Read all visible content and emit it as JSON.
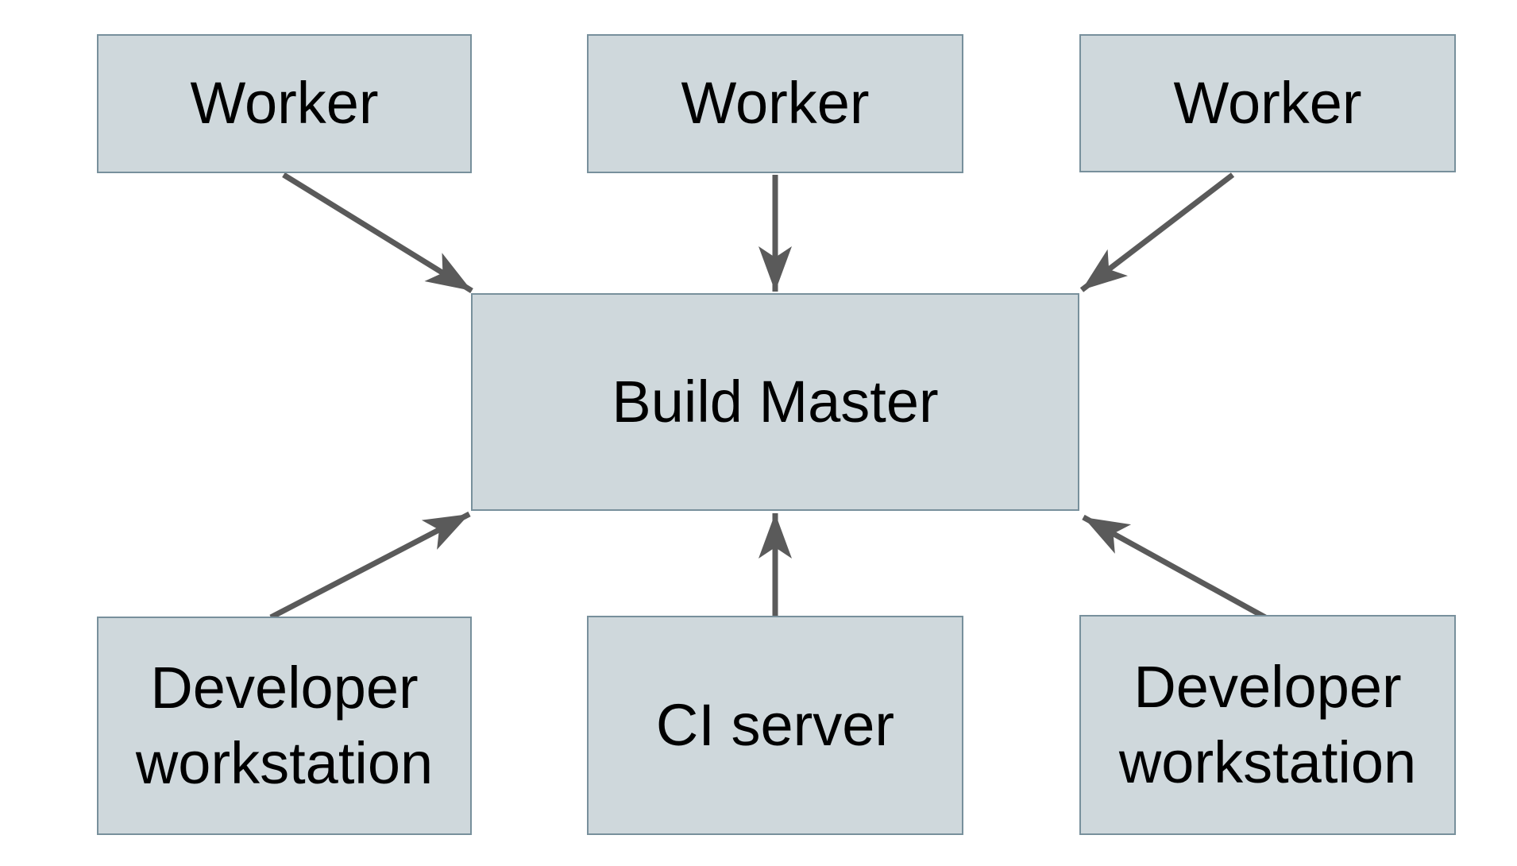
{
  "diagram": {
    "nodes": {
      "worker_left": {
        "label": "Worker"
      },
      "worker_center": {
        "label": "Worker"
      },
      "worker_right": {
        "label": "Worker"
      },
      "build_master": {
        "label": "Build Master"
      },
      "dev_workstation_left": {
        "label": "Developer workstation"
      },
      "ci_server": {
        "label": "CI server"
      },
      "dev_workstation_right": {
        "label": "Developer workstation"
      }
    },
    "edges": [
      {
        "from": "worker_left",
        "to": "build_master"
      },
      {
        "from": "worker_center",
        "to": "build_master"
      },
      {
        "from": "worker_right",
        "to": "build_master"
      },
      {
        "from": "dev_workstation_left",
        "to": "build_master"
      },
      {
        "from": "ci_server",
        "to": "build_master"
      },
      {
        "from": "dev_workstation_right",
        "to": "build_master"
      }
    ],
    "colors": {
      "background": "#ffffff",
      "node_fill": "#cfd8dc",
      "node_border": "#78909c",
      "arrow": "#5a5a5a",
      "text": "#000000"
    }
  }
}
